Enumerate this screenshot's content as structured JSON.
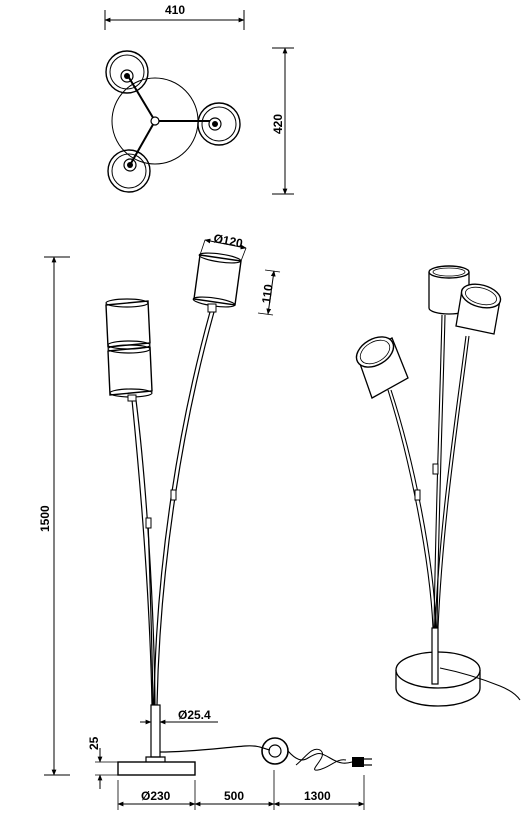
{
  "dimensions": {
    "top_width": "410",
    "top_depth": "420",
    "shade_diameter": "Ø120",
    "shade_height": "110",
    "total_height": "1500",
    "pole_diameter": "Ø25.4",
    "base_height": "25",
    "base_diameter": "Ø230",
    "switch_distance": "500",
    "cable_length": "1300"
  }
}
